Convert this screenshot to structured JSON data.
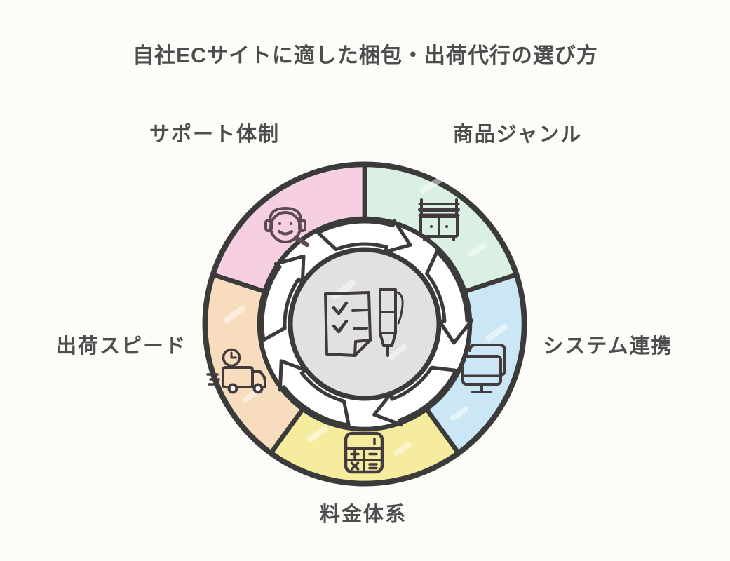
{
  "title": "自社ECサイトに適した梱包・出荷代行の選び方",
  "diagram": {
    "segments": [
      {
        "label": "サポート体制",
        "color": "#f6cfe3",
        "icon": "headset-smiley-icon"
      },
      {
        "label": "商品ジャンル",
        "color": "#d9f0e2",
        "icon": "cabinet-shelf-icon"
      },
      {
        "label": "システム連携",
        "color": "#cbe7f5",
        "icon": "dual-monitor-icon"
      },
      {
        "label": "料金体系",
        "color": "#f5ec9e",
        "icon": "calculator-icon"
      },
      {
        "label": "出荷スピード",
        "color": "#f8dcbe",
        "icon": "delivery-truck-clock-icon"
      }
    ],
    "center_icon": "checklist-and-pen-icon",
    "colors": {
      "outline": "#3b3b3b",
      "icon_stroke": "#423b3e",
      "center_fill": "#e2e1e1",
      "ring_gap": "#ffffff",
      "background": "#fdfcf8",
      "text": "#4d4d4d"
    }
  }
}
